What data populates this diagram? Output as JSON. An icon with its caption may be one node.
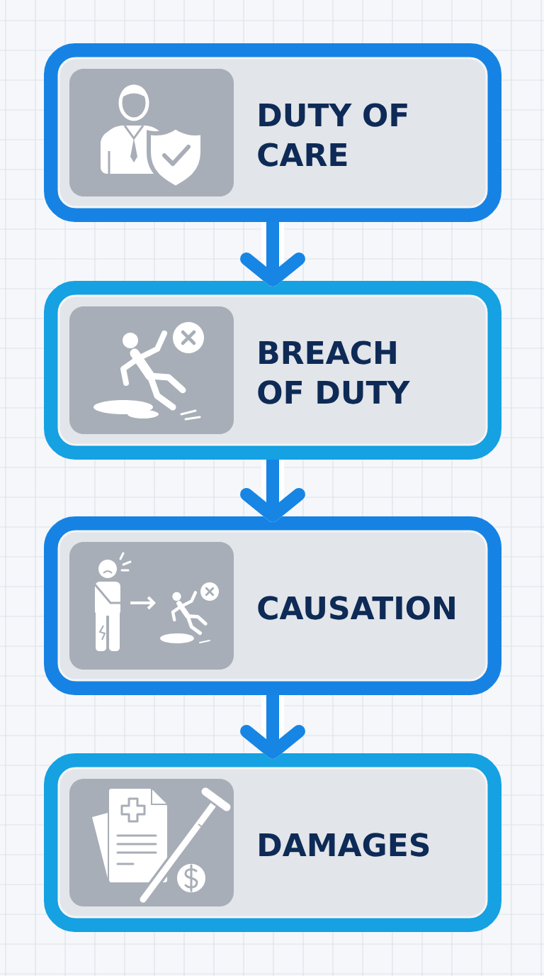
{
  "diagram": {
    "nodes": [
      {
        "text": [
          "DUTY OF CARE"
        ]
      },
      {
        "text": [
          "BREACH OF DUTY"
        ]
      },
      {
        "text": [
          "CAUSATION"
        ]
      },
      {
        "text": [
          "DAMAGES"
        ]
      }
    ],
    "edges": [
      {
        "from": 0,
        "to": 1,
        "arrow": "to"
      },
      {
        "from": 1,
        "to": 2,
        "arrow": "to"
      },
      {
        "from": 2,
        "to": 3,
        "arrow": "to"
      }
    ]
  }
}
